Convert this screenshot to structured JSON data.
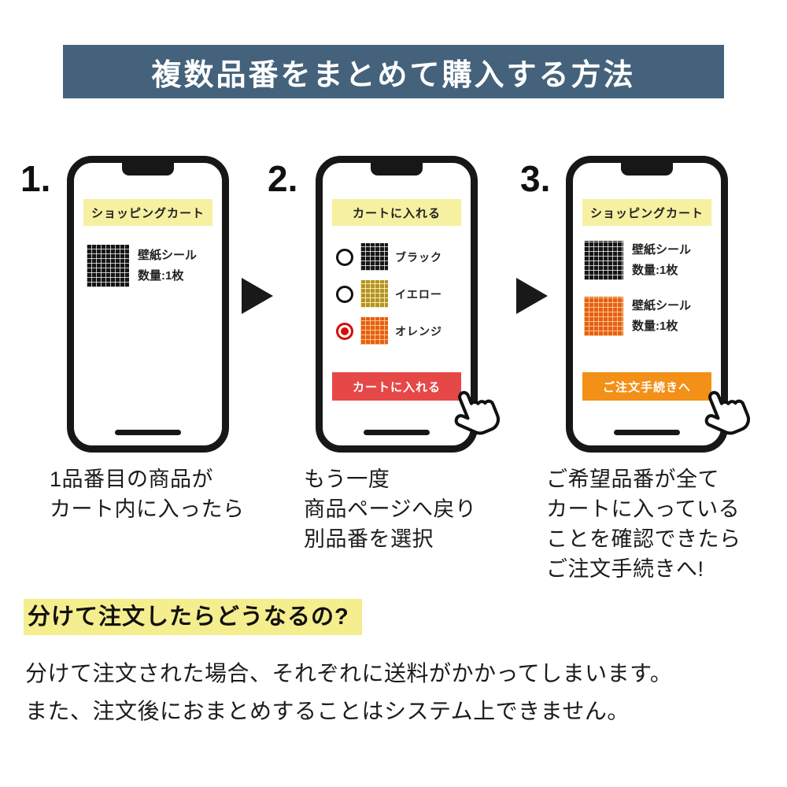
{
  "banner": {
    "title": "複数品番をまとめて購入する方法"
  },
  "colors": {
    "banner_bg": "#44627b",
    "phone_header_bg": "#f6f0a1",
    "add_to_cart_red": "#e64848",
    "checkout_orange": "#f29018",
    "radio_selected_red": "#d60d0d",
    "highlight_yellow": "#f5ee8e"
  },
  "steps": [
    {
      "number": "1.",
      "phone_header": "ショッピングカート",
      "products": [
        {
          "swatch": "black-grid-swatch",
          "name": "壁紙シール",
          "quantity": "数量:1枚"
        }
      ],
      "caption_lines": [
        "1品番目の商品が",
        "カート内に入ったら"
      ]
    },
    {
      "number": "2.",
      "phone_header": "カートに入れる",
      "options": [
        {
          "swatch": "black-grid-swatch",
          "label": "ブラック",
          "selected": false
        },
        {
          "swatch": "yellow-grid-swatch",
          "label": "イエロー",
          "selected": false
        },
        {
          "swatch": "orange-grid-swatch",
          "label": "オレンジ",
          "selected": true
        }
      ],
      "button_label": "カートに入れる",
      "caption_lines": [
        "もう一度",
        "商品ページへ戻り",
        "別品番を選択"
      ]
    },
    {
      "number": "3.",
      "phone_header": "ショッピングカート",
      "products": [
        {
          "swatch": "black-grid-swatch",
          "name": "壁紙シール",
          "quantity": "数量:1枚"
        },
        {
          "swatch": "orange-grid-swatch",
          "name": "壁紙シール",
          "quantity": "数量:1枚"
        }
      ],
      "button_label": "ご注文手続きへ",
      "caption_lines": [
        "ご希望品番が全て",
        "カートに入っている",
        "ことを確認できたら",
        "ご注文手続きへ!"
      ]
    }
  ],
  "footer": {
    "heading": "分けて注文したらどうなるの?",
    "body_lines": [
      "分けて注文された場合、それぞれに送料がかかってしまいます。",
      "また、注文後におまとめすることはシステム上できません。"
    ]
  }
}
